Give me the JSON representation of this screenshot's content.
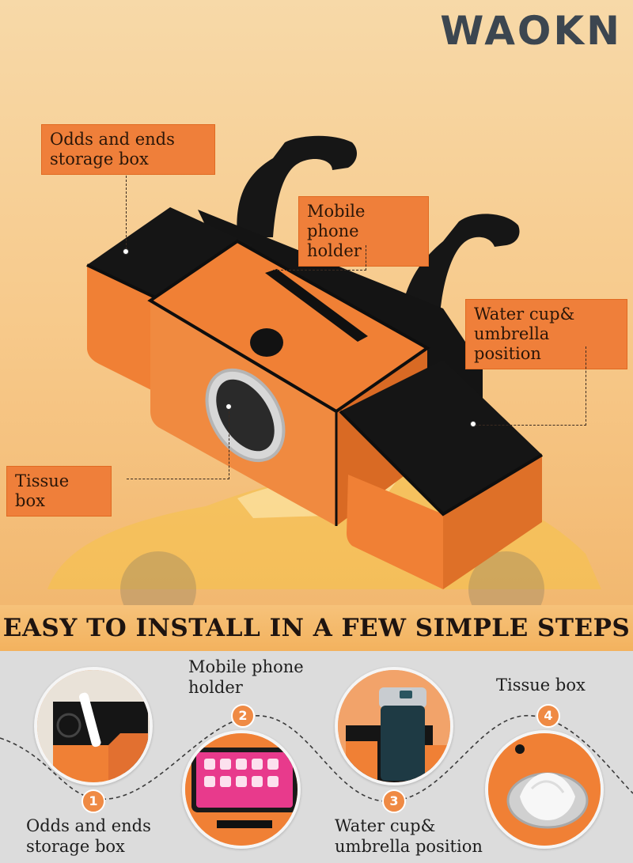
{
  "brand": "WAOKN",
  "callouts": {
    "storage": [
      "Odds and ends",
      "storage box"
    ],
    "phone": [
      "Mobile phone",
      "holder"
    ],
    "cup": [
      "Water cup&",
      "umbrella position"
    ],
    "tissue": "Tissue box"
  },
  "banner": "EASY TO INSTALL IN A FEW SIMPLE STEPS",
  "steps": [
    {
      "num": "1",
      "lines": [
        "Odds and ends",
        "storage box"
      ]
    },
    {
      "num": "2",
      "lines": [
        "Mobile phone",
        "holder"
      ]
    },
    {
      "num": "3",
      "lines": [
        "Water cup&",
        "umbrella position"
      ]
    },
    {
      "num": "4",
      "lines": [
        "Tissue box"
      ]
    }
  ],
  "colors": {
    "accent": "#ef7f3a",
    "banner": "#f3b25e",
    "bottom_bg": "#dcdcdc",
    "organizer_body": "#f08035"
  }
}
